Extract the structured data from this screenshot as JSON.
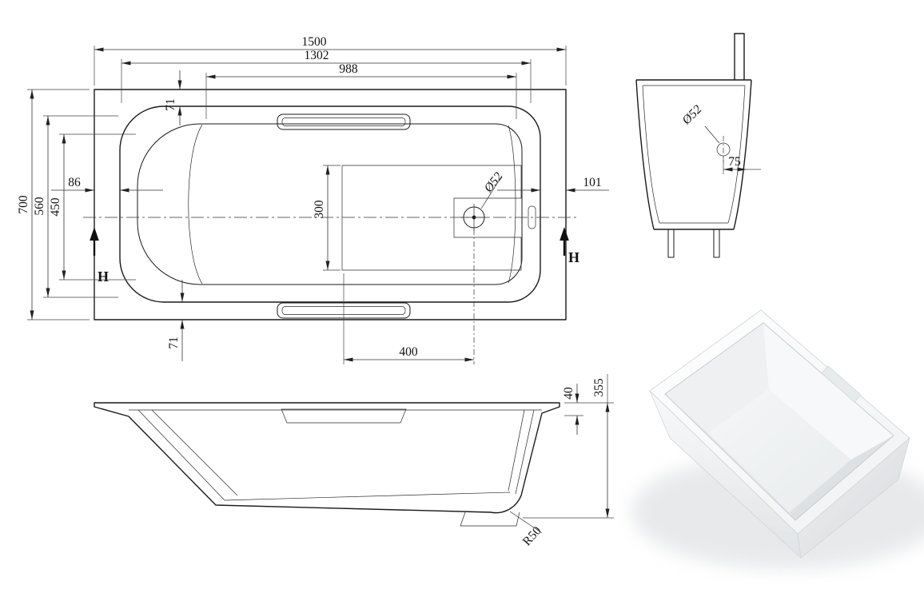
{
  "drawing_type": "bathtub technical drawing",
  "colors": {
    "line": "#1a1a1a",
    "dim": "#333333",
    "background": "#ffffff"
  },
  "plan_view": {
    "dims": {
      "overall_length": "1500",
      "rim_length": "1302",
      "basin_length": "988",
      "rim_offset_top": "71",
      "rim_offset_bottom": "71",
      "left_offset": "86",
      "right_offset": "101",
      "overall_width": "700",
      "rim_width": "560",
      "basin_width": "450",
      "antislip_width": "300",
      "antislip_length": "400",
      "drain_diameter": "Ø52"
    },
    "section_label_left": "H",
    "section_label_right": "H"
  },
  "end_view": {
    "dims": {
      "overflow_diameter": "Ø52",
      "overflow_offset": "75"
    }
  },
  "side_view": {
    "dims": {
      "rim_height": "40",
      "overall_height": "355",
      "corner_radius": "R50"
    }
  }
}
